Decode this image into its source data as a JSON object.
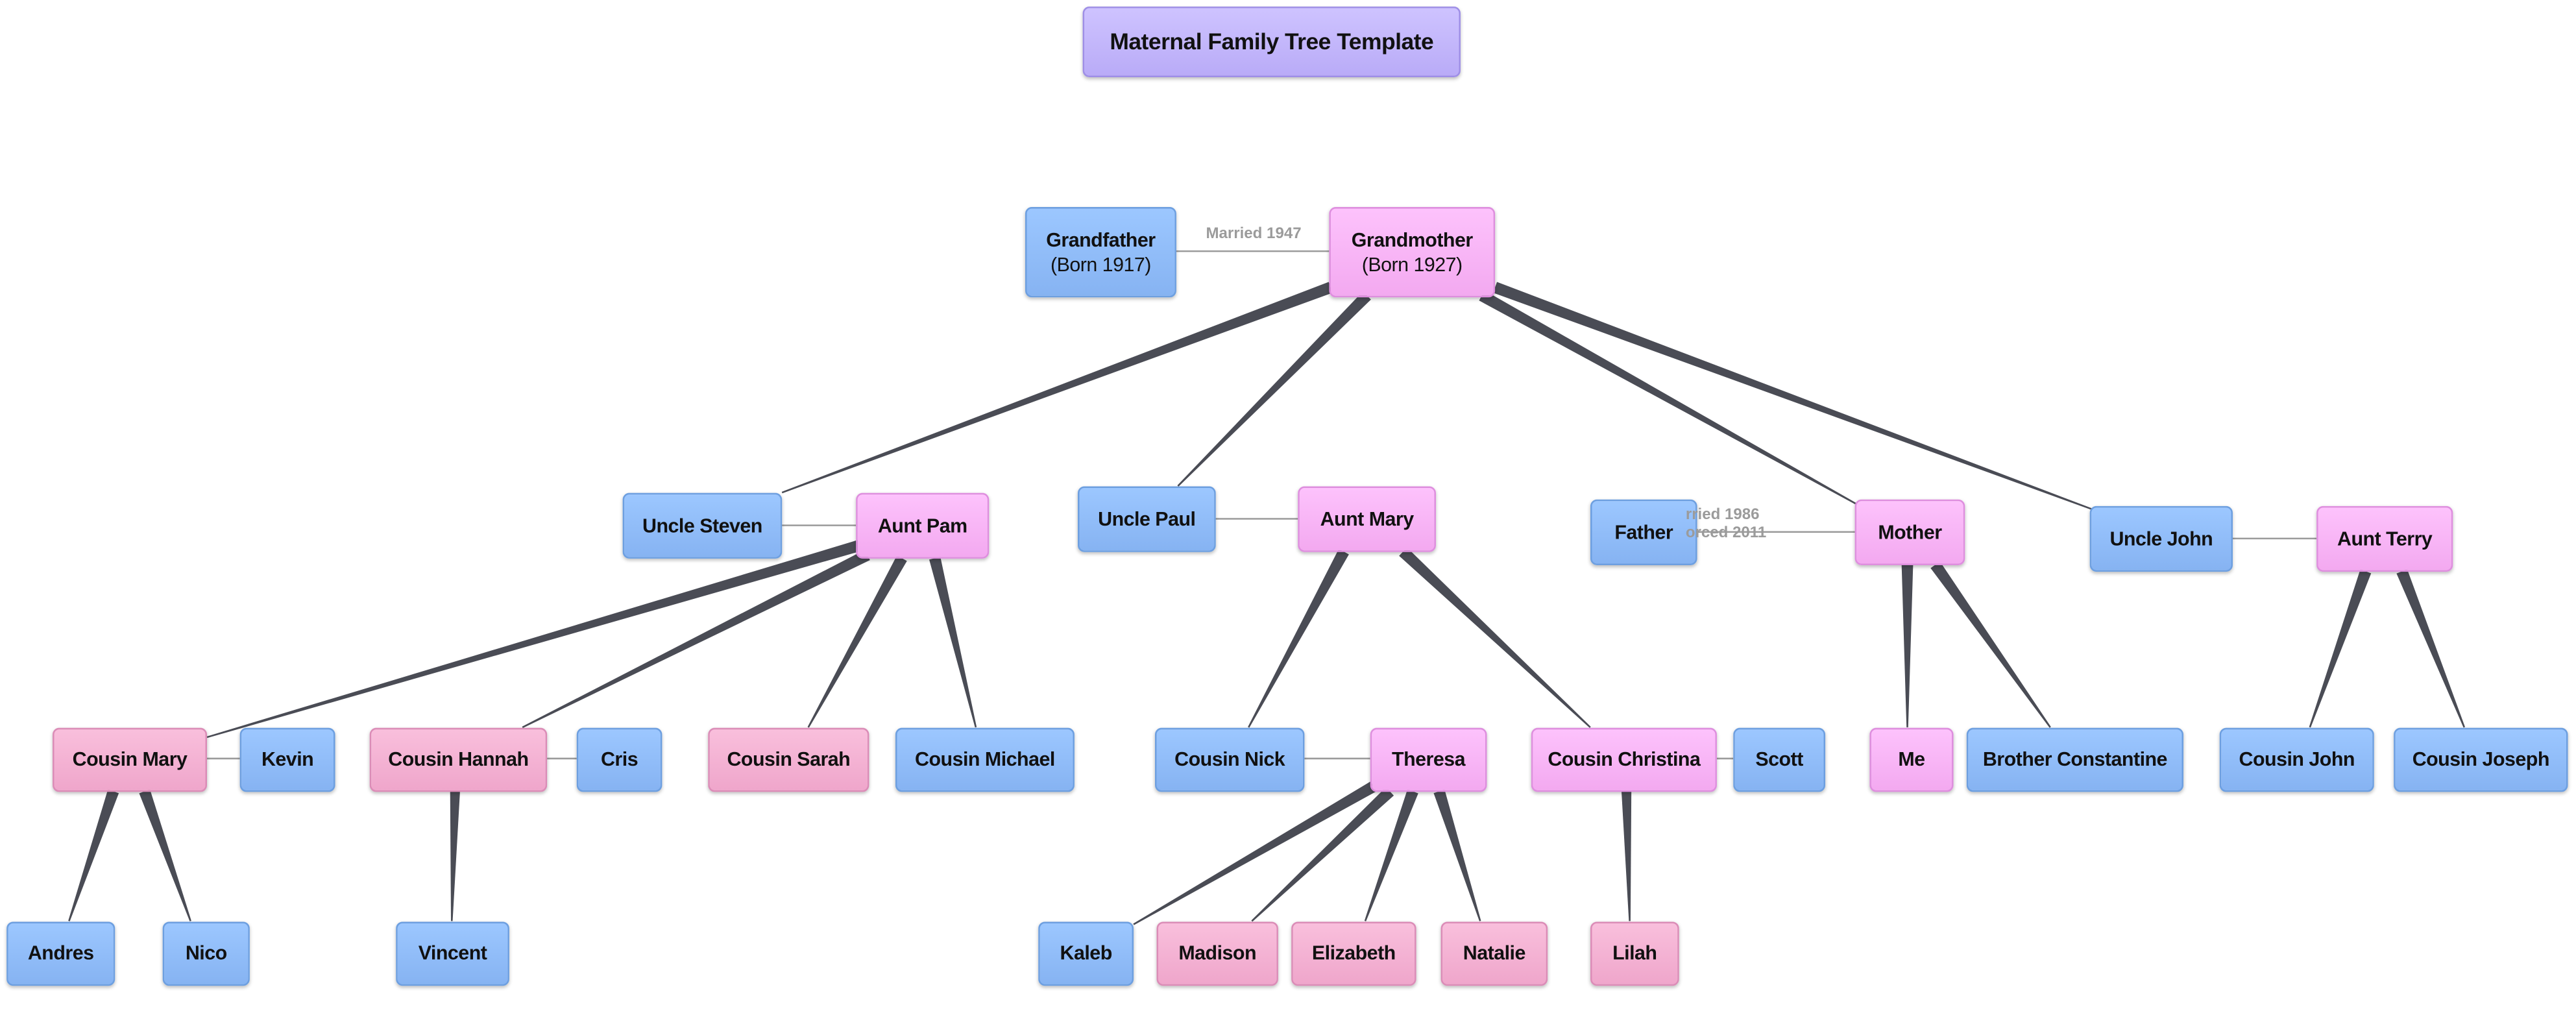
{
  "title": "Maternal Family Tree Template",
  "colors": {
    "male": "#8ab8f7",
    "female": "#f9b6f7",
    "female_child": "#f4b2d4",
    "title": "#c4b8fc",
    "line": "#4a4c55",
    "marriage_line": "#9b9b9b"
  },
  "people": {
    "grandfather": {
      "name": "Grandfather",
      "born": "(Born 1917)"
    },
    "grandmother": {
      "name": "Grandmother",
      "born": "(Born 1927)"
    },
    "uncle_steven": "Uncle Steven",
    "aunt_pam": "Aunt Pam",
    "uncle_paul": "Uncle Paul",
    "aunt_mary": "Aunt Mary",
    "father": "Father",
    "mother": "Mother",
    "uncle_john": "Uncle John",
    "aunt_terry": "Aunt Terry",
    "cousin_mary": "Cousin Mary",
    "kevin": "Kevin",
    "cousin_hannah": "Cousin Hannah",
    "cris": "Cris",
    "cousin_sarah": "Cousin Sarah",
    "cousin_michael": "Cousin Michael",
    "cousin_nick": "Cousin Nick",
    "theresa": "Theresa",
    "cousin_christina": "Cousin Christina",
    "scott": "Scott",
    "me": "Me",
    "brother_constantine": "Brother Constantine",
    "cousin_john": "Cousin John",
    "cousin_joseph": "Cousin Joseph",
    "andres": "Andres",
    "nico": "Nico",
    "vincent": "Vincent",
    "kaleb": "Kaleb",
    "madison": "Madison",
    "elizabeth": "Elizabeth",
    "natalie": "Natalie",
    "lilah": "Lilah"
  },
  "marriages": {
    "grandparents": "Married 1947",
    "parents_married": "rried 1986",
    "parents_divorced": "orced 2011"
  }
}
